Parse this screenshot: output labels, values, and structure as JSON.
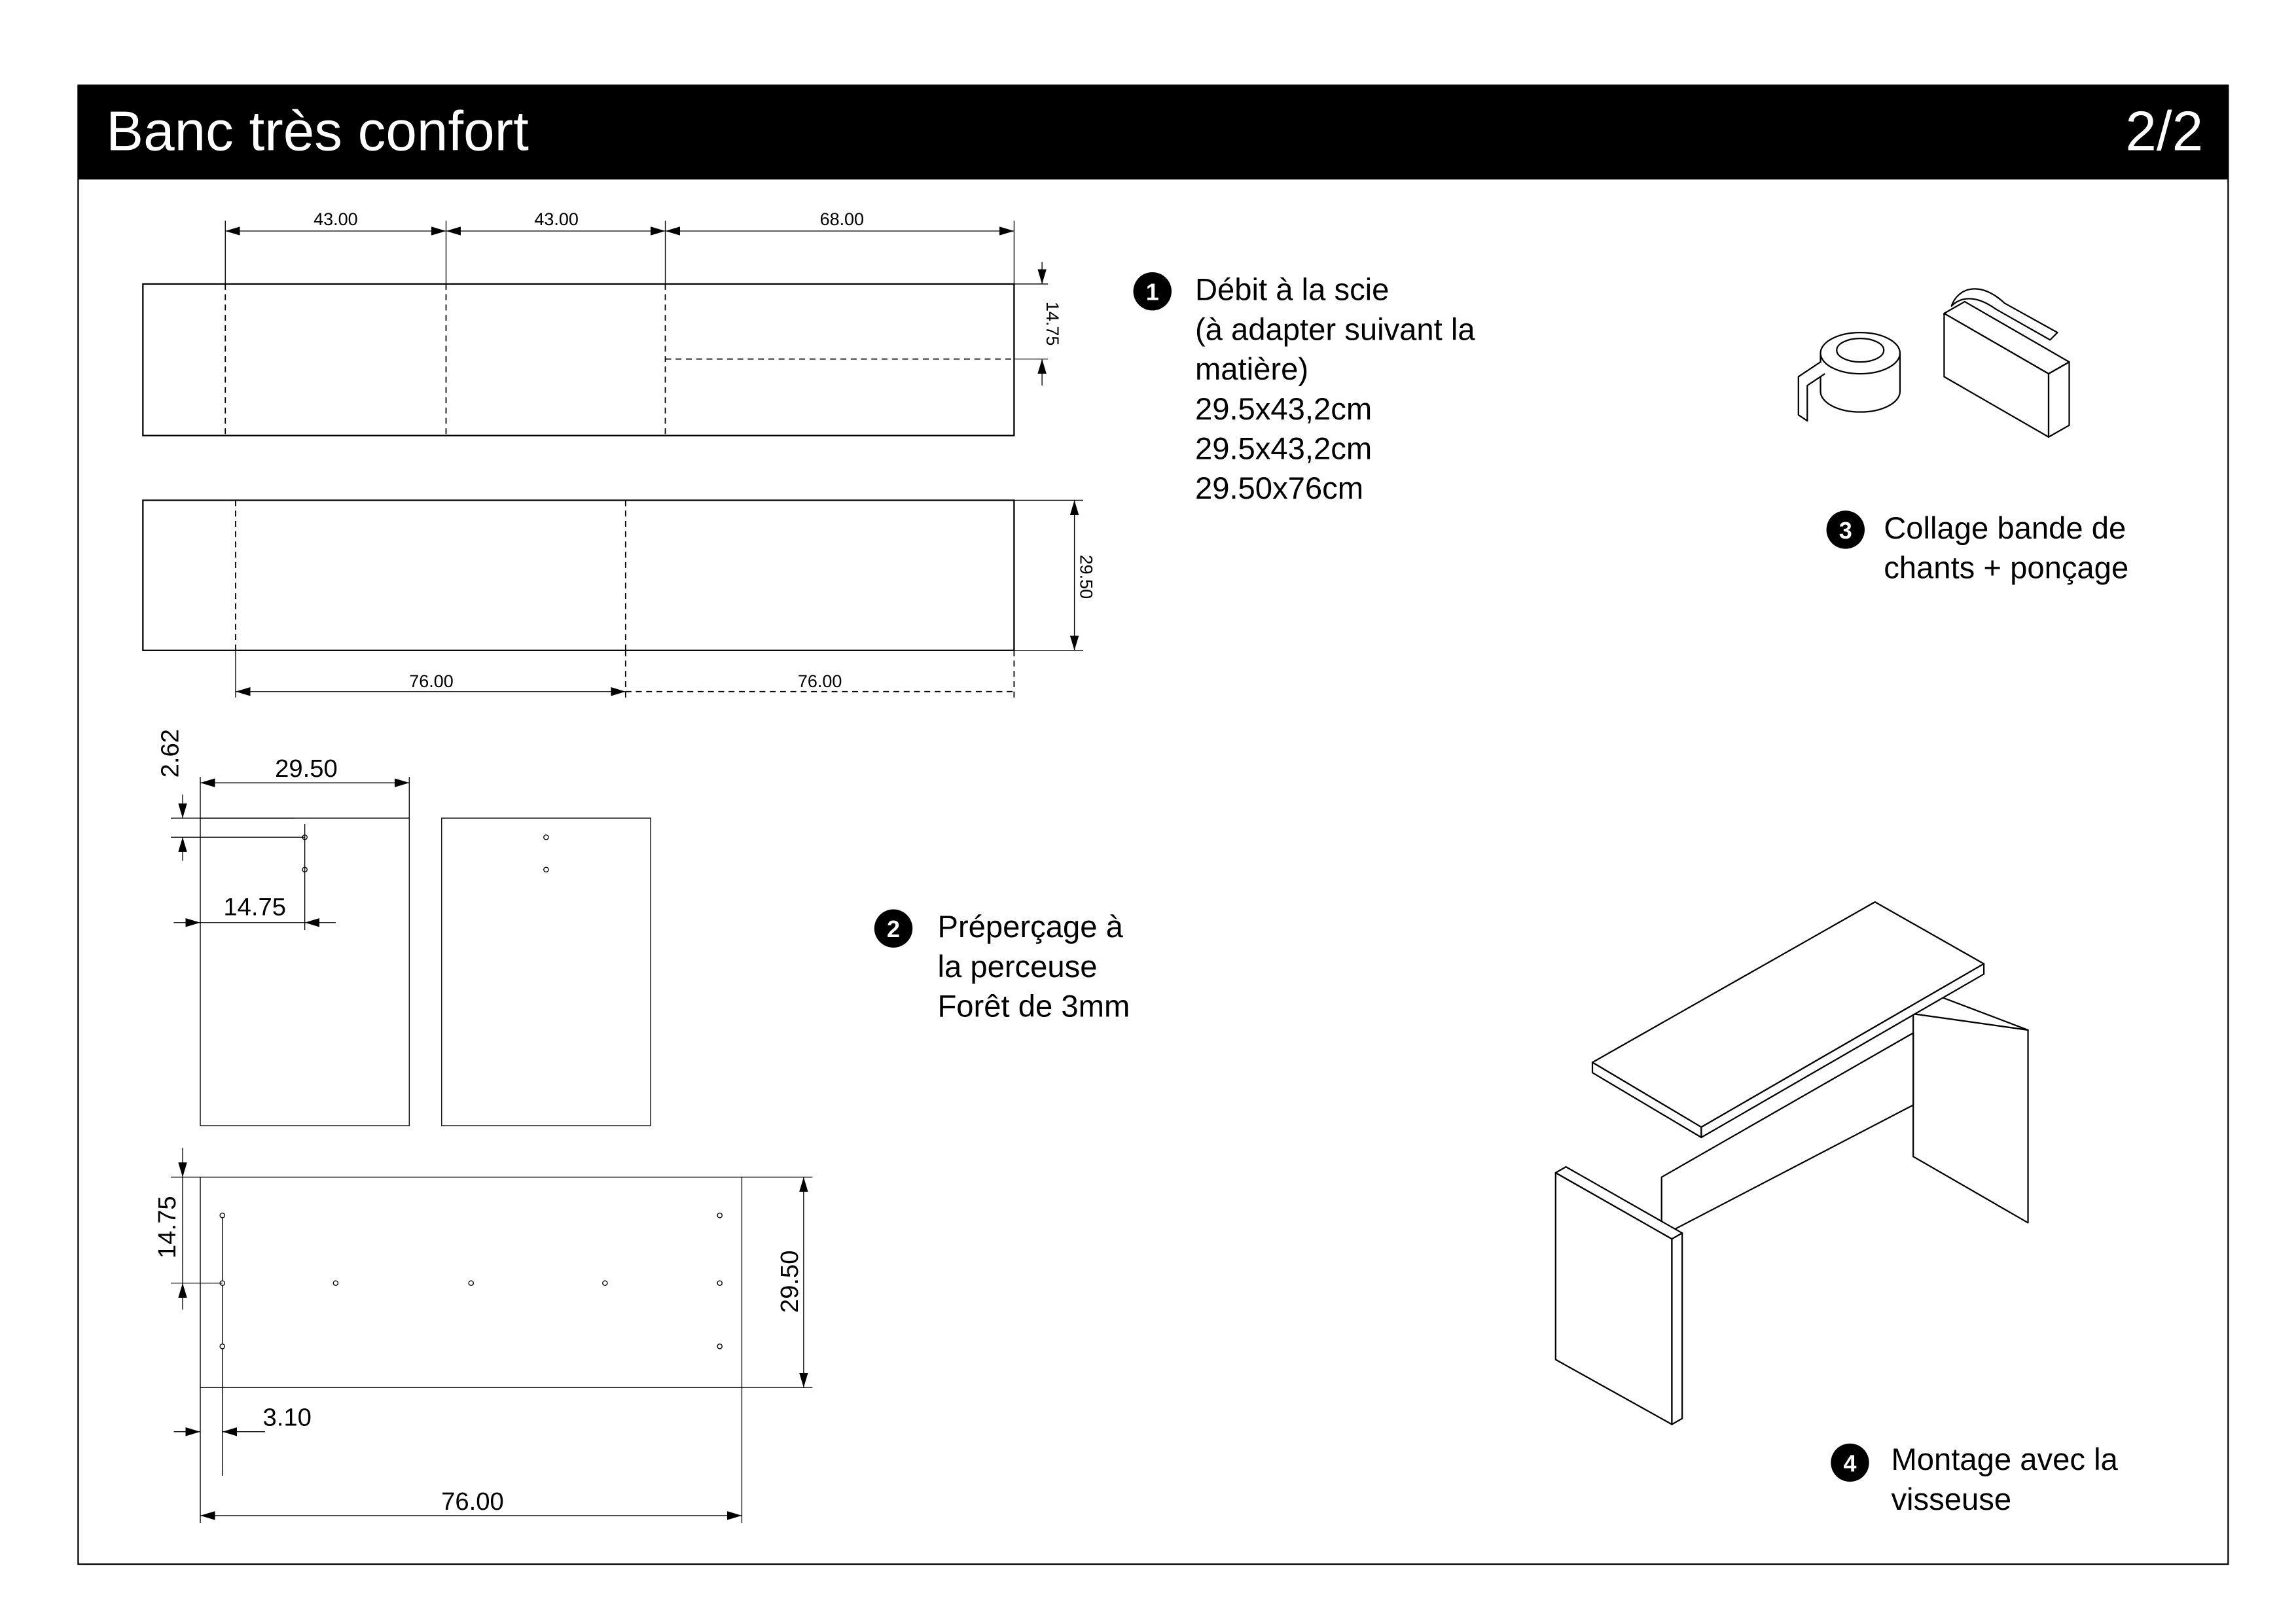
{
  "header": {
    "title": "Banc très confort",
    "page": "2/2"
  },
  "cut_plan": {
    "top_dims": [
      "43.00",
      "43.00",
      "68.00"
    ],
    "top_side_dim": "14.75",
    "bottom_dims": [
      "76.00",
      "76.00"
    ],
    "bottom_side_dim": "29.50"
  },
  "drill_plan": {
    "side_width": "29.50",
    "side_top_offset": "2.62",
    "side_center": "14.75",
    "seat_center": "14.75",
    "seat_edge_offset": "3.10",
    "seat_length": "76.00",
    "seat_depth": "29.50"
  },
  "steps": [
    {
      "num": "1",
      "lines": [
        "Débit à la scie",
        "(à adapter suivant la",
        "matière)",
        "29.5x43,2cm",
        "29.5x43,2cm",
        "29.50x76cm"
      ]
    },
    {
      "num": "2",
      "lines": [
        "Préperçage à",
        "la perceuse",
        "Forêt de 3mm"
      ]
    },
    {
      "num": "3",
      "lines": [
        "Collage bande de",
        "chants + ponçage"
      ]
    },
    {
      "num": "4",
      "lines": [
        "Montage avec la",
        "visseuse"
      ]
    }
  ]
}
